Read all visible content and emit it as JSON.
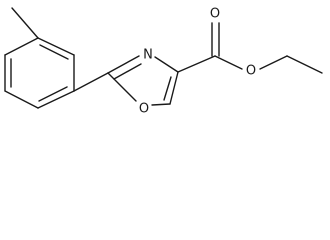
{
  "molecule": {
    "atoms": {
      "n_ring": "N",
      "o_ring": "O",
      "o_carbonyl": "O",
      "o_ester": "O"
    }
  }
}
